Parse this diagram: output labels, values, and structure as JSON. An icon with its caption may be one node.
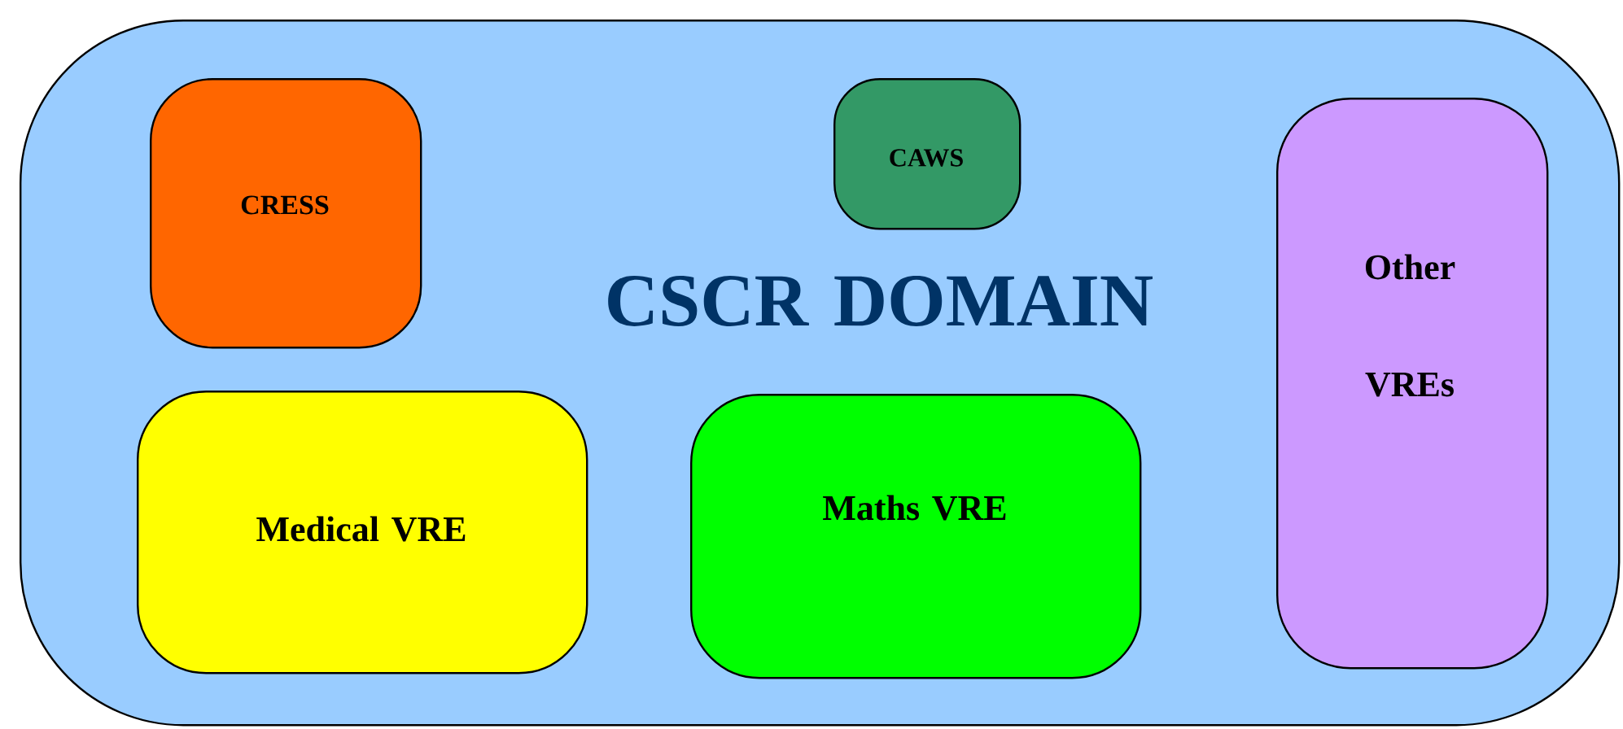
{
  "diagram": {
    "nodes": [
      {
        "text": [
          "CSCR DOMAIN"
        ]
      },
      {
        "text": [
          "CRESS"
        ],
        "in": 0
      },
      {
        "text": [
          "CAWS"
        ],
        "in": 0
      },
      {
        "text": [
          "Other VREs"
        ],
        "in": 0
      },
      {
        "text": [
          "Medical VRE"
        ],
        "in": 0
      },
      {
        "text": [
          "Maths VRE"
        ],
        "in": 0
      }
    ]
  }
}
